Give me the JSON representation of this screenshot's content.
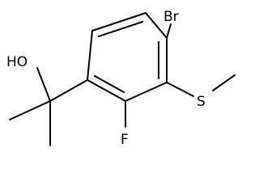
{
  "atoms": {
    "hydroxyl": "HO",
    "bromine": "Br",
    "sulfur": "S",
    "fluorine": "F"
  }
}
